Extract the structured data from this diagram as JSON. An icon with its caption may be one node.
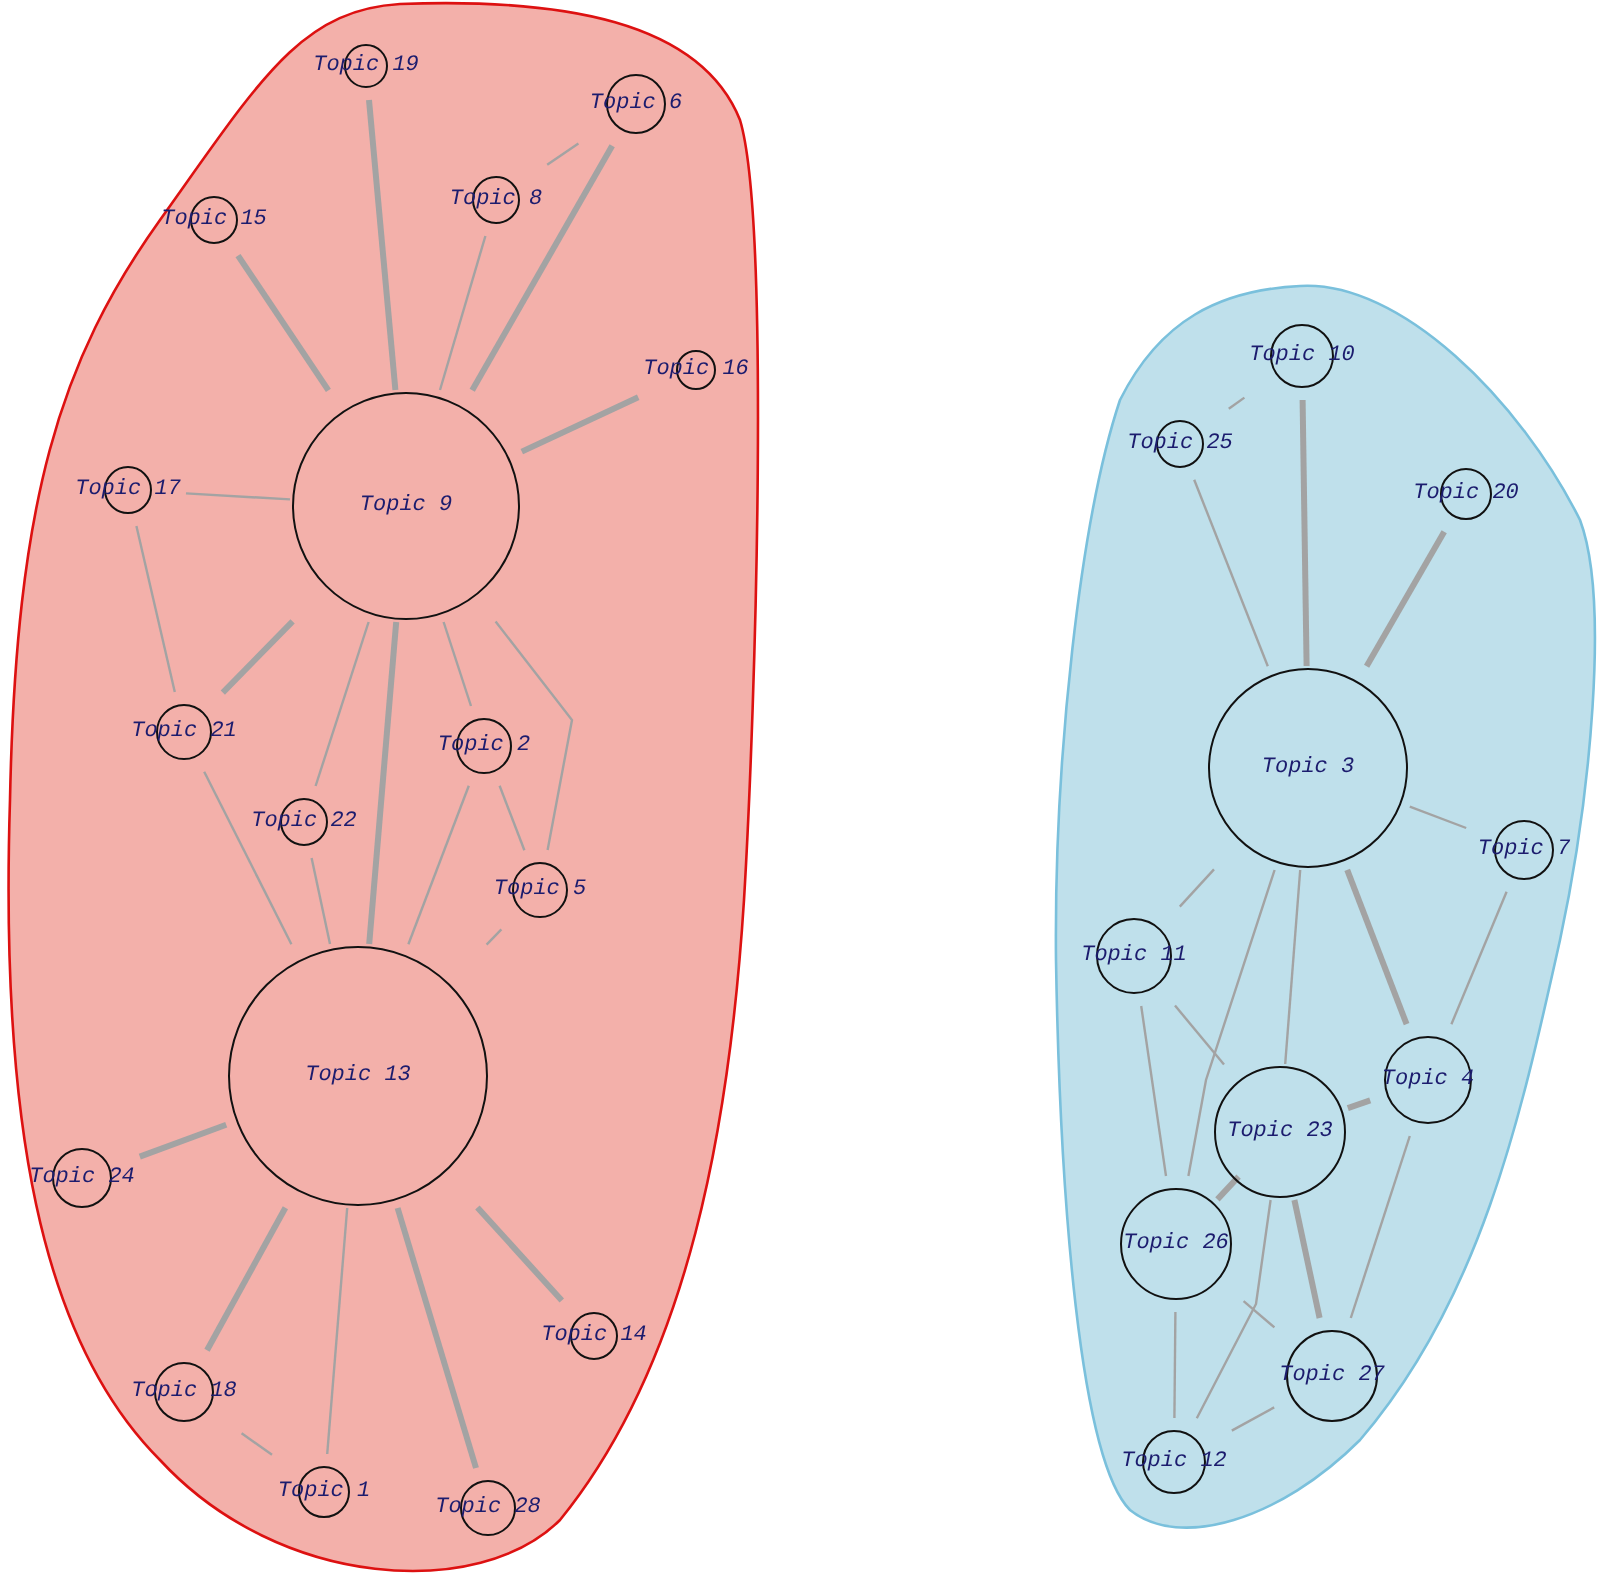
{
  "diagram": {
    "nodes": [
      {
        "text": [],
        "shape": "blob"
      },
      {
        "text": [],
        "shape": "blob"
      },
      {
        "text": [
          "Topic 19"
        ],
        "in": 0
      },
      {
        "text": [
          "Topic 6"
        ],
        "in": 0
      },
      {
        "text": [
          "Topic 8"
        ],
        "in": 0
      },
      {
        "text": [
          "Topic 15"
        ],
        "in": 0
      },
      {
        "text": [
          "Topic 16"
        ],
        "in": 0
      },
      {
        "text": [
          "Topic 9"
        ],
        "in": 0
      },
      {
        "text": [
          "Topic 17"
        ],
        "in": 0
      },
      {
        "text": [
          "Topic 21"
        ],
        "in": 0
      },
      {
        "text": [
          "Topic 2"
        ],
        "in": 0
      },
      {
        "text": [
          "Topic 22"
        ],
        "in": 0
      },
      {
        "text": [
          "Topic 5"
        ],
        "in": 0
      },
      {
        "text": [
          "Topic 13"
        ],
        "in": 0
      },
      {
        "text": [
          "Topic 24"
        ],
        "in": 0
      },
      {
        "text": [
          "Topic 14"
        ],
        "in": 0
      },
      {
        "text": [
          "Topic 18"
        ],
        "in": 0
      },
      {
        "text": [
          "Topic 1"
        ],
        "in": 0
      },
      {
        "text": [
          "Topic 28"
        ],
        "in": 0
      },
      {
        "text": [
          "Topic 10"
        ],
        "in": 1
      },
      {
        "text": [
          "Topic 25"
        ],
        "in": 1
      },
      {
        "text": [
          "Topic 20"
        ],
        "in": 1
      },
      {
        "text": [
          "Topic 3"
        ],
        "in": 1
      },
      {
        "text": [
          "Topic 7"
        ],
        "in": 1
      },
      {
        "text": [
          "Topic 11"
        ],
        "in": 1
      },
      {
        "text": [
          "Topic 4"
        ],
        "in": 1
      },
      {
        "text": [
          "Topic 23"
        ],
        "in": 1
      },
      {
        "text": [
          "Topic 26"
        ],
        "in": 1
      },
      {
        "text": [
          "Topic 27"
        ],
        "in": 1
      },
      {
        "text": [
          "Topic 12"
        ],
        "in": 1
      }
    ],
    "edges": [
      {
        "from": 7,
        "to": 2,
        "arrow": "none",
        "style": "thick"
      },
      {
        "from": 7,
        "to": 5,
        "arrow": "none",
        "style": "thick"
      },
      {
        "from": 7,
        "to": 4,
        "arrow": "none"
      },
      {
        "from": 7,
        "to": 3,
        "arrow": "none",
        "style": "thick"
      },
      {
        "from": 3,
        "to": 4,
        "arrow": "none"
      },
      {
        "from": 7,
        "to": 6,
        "arrow": "none",
        "style": "thick"
      },
      {
        "from": 7,
        "to": 8,
        "arrow": "none"
      },
      {
        "from": 7,
        "to": 9,
        "arrow": "none",
        "style": "thick"
      },
      {
        "from": 7,
        "to": 11,
        "arrow": "none"
      },
      {
        "from": 7,
        "to": 13,
        "arrow": "none",
        "style": "thick"
      },
      {
        "from": 7,
        "to": 10,
        "arrow": "none"
      },
      {
        "from": 7,
        "to": 12,
        "arrow": "none"
      },
      {
        "from": 10,
        "to": 12,
        "arrow": "none"
      },
      {
        "from": 10,
        "to": 13,
        "arrow": "none"
      },
      {
        "from": 8,
        "to": 9,
        "arrow": "none"
      },
      {
        "from": 9,
        "to": 13,
        "arrow": "none"
      },
      {
        "from": 11,
        "to": 13,
        "arrow": "none"
      },
      {
        "from": 12,
        "to": 13,
        "arrow": "none"
      },
      {
        "from": 13,
        "to": 14,
        "arrow": "none",
        "style": "thick"
      },
      {
        "from": 13,
        "to": 16,
        "arrow": "none",
        "style": "thick"
      },
      {
        "from": 13,
        "to": 17,
        "arrow": "none"
      },
      {
        "from": 13,
        "to": 18,
        "arrow": "none",
        "style": "thick"
      },
      {
        "from": 13,
        "to": 15,
        "arrow": "none",
        "style": "thick"
      },
      {
        "from": 16,
        "to": 17,
        "arrow": "none"
      },
      {
        "from": 22,
        "to": 19,
        "arrow": "none",
        "style": "thick"
      },
      {
        "from": 19,
        "to": 20,
        "arrow": "none"
      },
      {
        "from": 20,
        "to": 22,
        "arrow": "none"
      },
      {
        "from": 22,
        "to": 21,
        "arrow": "none",
        "style": "thick"
      },
      {
        "from": 22,
        "to": 23,
        "arrow": "none"
      },
      {
        "from": 23,
        "to": 25,
        "arrow": "none"
      },
      {
        "from": 22,
        "to": 25,
        "arrow": "none",
        "style": "thick"
      },
      {
        "from": 22,
        "to": 24,
        "arrow": "none"
      },
      {
        "from": 22,
        "to": 27,
        "arrow": "none"
      },
      {
        "from": 22,
        "to": 26,
        "arrow": "none"
      },
      {
        "from": 24,
        "to": 27,
        "arrow": "none"
      },
      {
        "from": 24,
        "to": 26,
        "arrow": "none"
      },
      {
        "from": 25,
        "to": 26,
        "arrow": "none",
        "style": "thick"
      },
      {
        "from": 25,
        "to": 28,
        "arrow": "none"
      },
      {
        "from": 26,
        "to": 28,
        "arrow": "none",
        "style": "thick"
      },
      {
        "from": 27,
        "to": 29,
        "arrow": "none"
      },
      {
        "from": 26,
        "to": 29,
        "arrow": "none"
      },
      {
        "from": 27,
        "to": 28,
        "arrow": "none"
      },
      {
        "from": 28,
        "to": 29,
        "arrow": "none"
      },
      {
        "from": 26,
        "to": 27,
        "arrow": "none",
        "style": "thick"
      }
    ]
  }
}
